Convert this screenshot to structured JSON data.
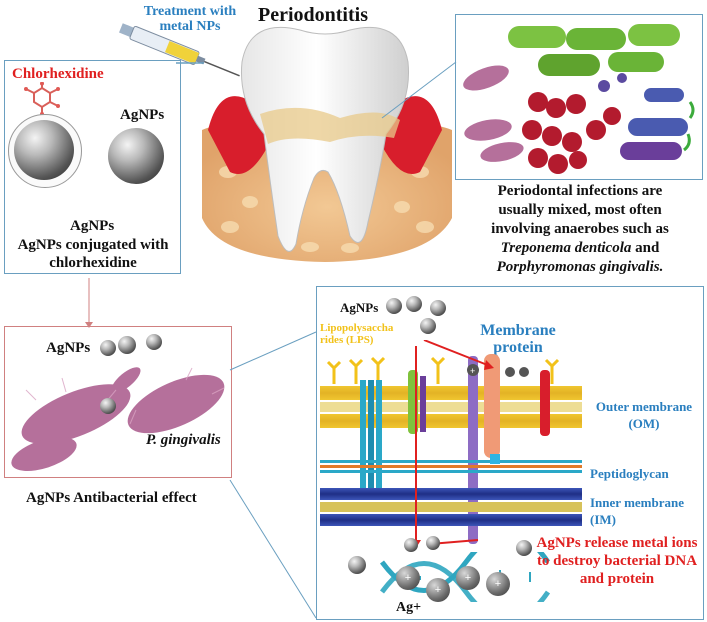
{
  "title": "Periodontitis",
  "syringe_label": "Treatment with metal NPs",
  "chlorhexidine": {
    "label": "Chlorhexidine",
    "agnps_label": "AgNPs",
    "agnps_bottom": "AgNPs",
    "conjugate_caption": "AgNPs conjugated with chlorhexidine"
  },
  "infection_text": {
    "line1": "Periodontal infections are",
    "line2": "usually mixed, most often",
    "line3": "involving anaerobes such as",
    "species1": "Treponema denticola",
    "and": " and",
    "species2": "Porphyromonas gingivalis."
  },
  "antibacterial": {
    "agnps_label": "AgNPs",
    "pathogen": "P. gingivalis",
    "caption": "AgNPs Antibacterial effect"
  },
  "membrane": {
    "agnps_label": "AgNPs",
    "lps_label": "Lipopolysaccha rides (LPS)",
    "membrane_protein": "Membrane protein",
    "outer_membrane": "Outer membrane (OM)",
    "peptidoglycan": "Peptidoglycan",
    "inner_membrane": "Inner membrane (IM)",
    "release_text": "AgNPs release metal ions to destroy bacterial DNA and protein",
    "ag_ion": "Ag+",
    "plus": "+"
  },
  "colors": {
    "panel_border": "#6a9fc0",
    "red_text": "#e02020",
    "blue_text": "#2a7fbf",
    "lps_yellow": "#f2c21a",
    "gum_red": "#d81e2c",
    "bone": "#e9b77e",
    "bacteria_pink": "#b5709b"
  },
  "icons": [
    "syringe-icon",
    "tooth-icon",
    "chlorhexidine-molecule-icon",
    "silver-nanoparticle-icon",
    "bacteria-cluster-icon",
    "dna-helix-icon",
    "arrow-icon"
  ]
}
